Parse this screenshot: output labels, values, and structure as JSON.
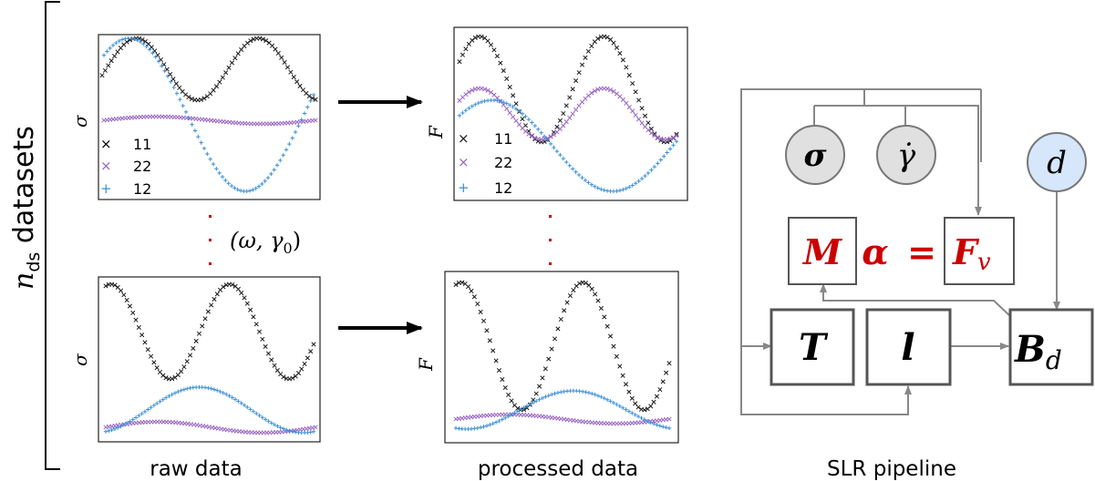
{
  "labels": {
    "datasets_var": "n",
    "datasets_sub": "ds",
    "datasets_word": " datasets",
    "raw": "raw data",
    "processed": "processed data",
    "pipeline": "SLR pipeline",
    "params": "(ω, γ",
    "params_sub": "0",
    "params_close": ")"
  },
  "plots": {
    "ylabel_raw": "σ",
    "ylabel_processed": "F",
    "legend": [
      {
        "name": "11",
        "marker": "×",
        "color": "#1a1a1a"
      },
      {
        "name": "22",
        "marker": "×",
        "color": "#9966c2"
      },
      {
        "name": "12",
        "marker": "+",
        "color": "#3b8fd6"
      }
    ]
  },
  "pipeline": {
    "sigma": "σ",
    "gammadot": "γ̇",
    "d": "d",
    "eq_M": "M",
    "eq_alpha": "α",
    "eq_equals": "=",
    "eq_F": "F",
    "eq_Fsub": "v",
    "T": "T",
    "l": "l",
    "B": "B",
    "B_sub": "d"
  },
  "colors": {
    "accent_red": "#cc0000",
    "gray_node": "#e0e0e0",
    "blue_node": "#d6e6fb",
    "edge": "#888888",
    "box_border": "#555555"
  }
}
